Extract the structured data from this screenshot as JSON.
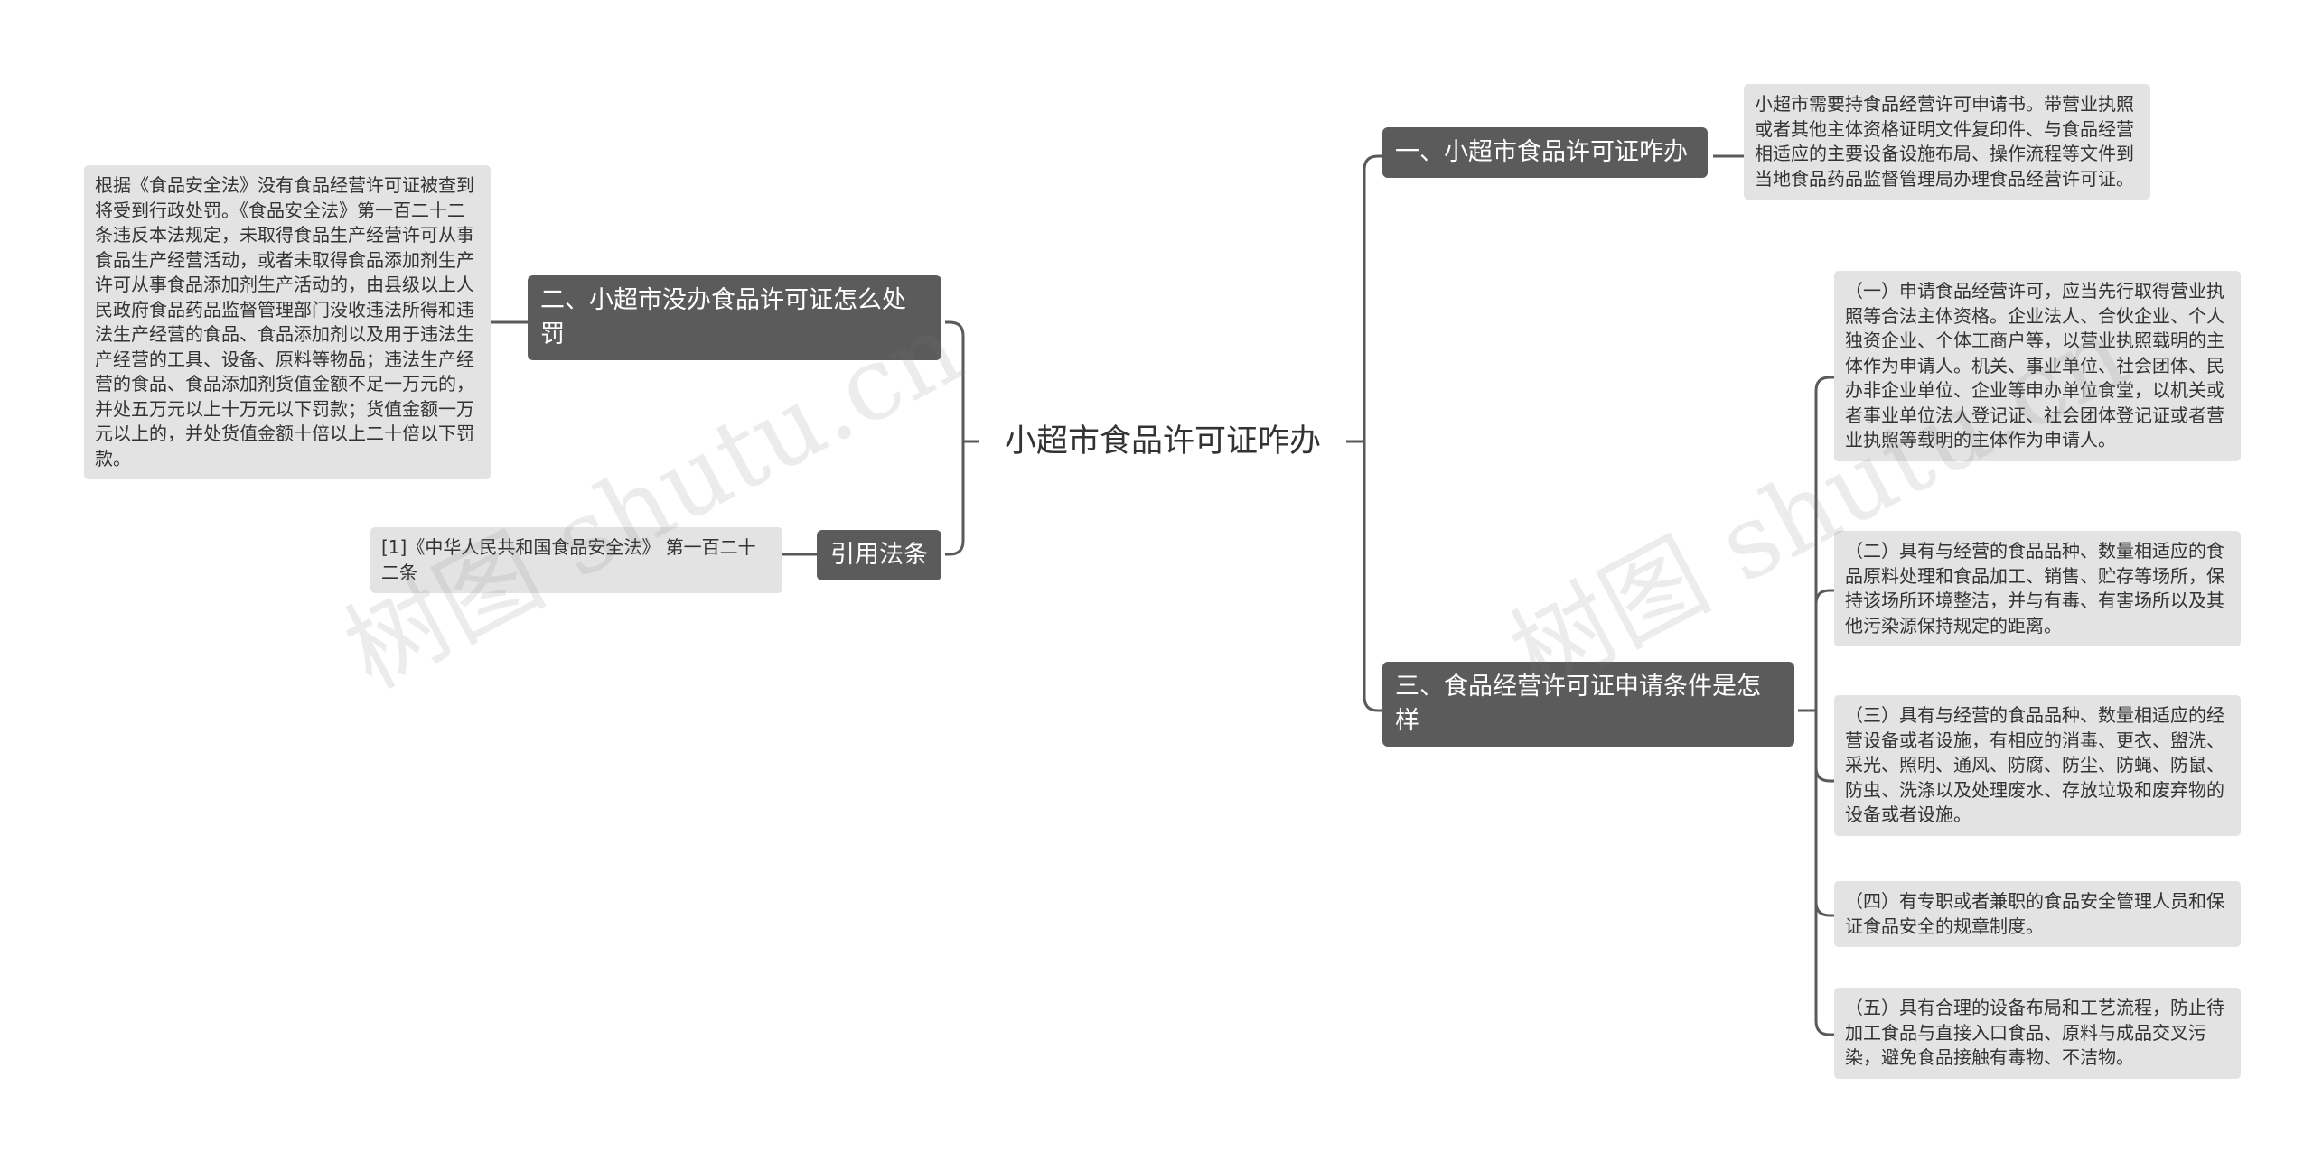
{
  "root": {
    "label": "小超市食品许可证咋办"
  },
  "branches": {
    "b1": {
      "label": "一、小超市食品许可证咋办",
      "note": "小超市需要持食品经营许可申请书。带营业执照或者其他主体资格证明文件复印件、与食品经营相适应的主要设备设施布局、操作流程等文件到当地食品药品监督管理局办理食品经营许可证。"
    },
    "b2": {
      "label": "二、小超市没办食品许可证怎么处罚",
      "note": "根据《食品安全法》没有食品经营许可证被查到将受到行政处罚。《食品安全法》第一百二十二条违反本法规定，未取得食品生产经营许可从事食品生产经营活动，或者未取得食品添加剂生产许可从事食品添加剂生产活动的，由县级以上人民政府食品药品监督管理部门没收违法所得和违法生产经营的食品、食品添加剂以及用于违法生产经营的工具、设备、原料等物品；违法生产经营的食品、食品添加剂货值金额不足一万元的，并处五万元以上十万元以下罚款；货值金额一万元以上的，并处货值金额十倍以上二十倍以下罚款。"
    },
    "b3": {
      "label": "三、食品经营许可证申请条件是怎样",
      "conditions": [
        "（一）申请食品经营许可，应当先行取得营业执照等合法主体资格。企业法人、合伙企业、个人独资企业、个体工商户等，以营业执照载明的主体作为申请人。机关、事业单位、社会团体、民办非企业单位、企业等申办单位食堂，以机关或者事业单位法人登记证、社会团体登记证或者营业执照等载明的主体作为申请人。",
        "（二）具有与经营的食品品种、数量相适应的食品原料处理和食品加工、销售、贮存等场所，保持该场所环境整洁，并与有毒、有害场所以及其他污染源保持规定的距离。",
        "（三）具有与经营的食品品种、数量相适应的经营设备或者设施，有相应的消毒、更衣、盥洗、采光、照明、通风、防腐、防尘、防蝇、防鼠、防虫、洗涤以及处理废水、存放垃圾和废弃物的设备或者设施。",
        "（四）有专职或者兼职的食品安全管理人员和保证食品安全的规章制度。",
        "（五）具有合理的设备布局和工艺流程，防止待加工食品与直接入口食品、原料与成品交叉污染，避免食品接触有毒物、不洁物。"
      ]
    },
    "b4": {
      "label": "引用法条",
      "note": "[1]《中华人民共和国食品安全法》 第一百二十二条"
    }
  },
  "watermark": {
    "text": "树图 shutu.cn"
  },
  "colors": {
    "branch_bg": "#5b5b5b",
    "note_bg": "#e3e3e3",
    "line": "#5a5a5a"
  }
}
